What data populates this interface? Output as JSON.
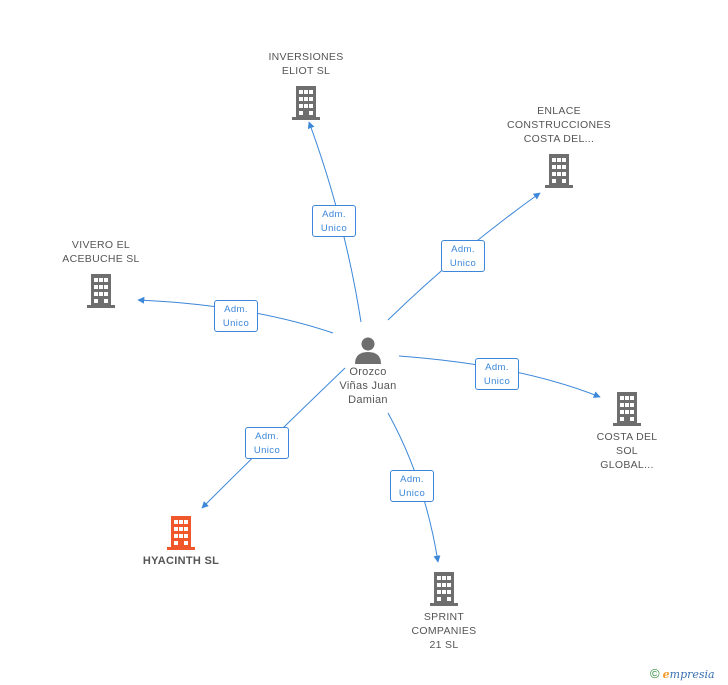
{
  "center": {
    "name": "Orozco\nViñas Juan\nDamian",
    "icon": "person-icon"
  },
  "relations": [
    {
      "label": "Adm.\nUnico",
      "target": "INVERSIONES\nELIOT SL"
    },
    {
      "label": "Adm.\nUnico",
      "target": "ENLACE\nCONSTRUCCIONES\nCOSTA DEL..."
    },
    {
      "label": "Adm.\nUnico",
      "target": "VIVERO EL\nACEBUCHE SL"
    },
    {
      "label": "Adm.\nUnico",
      "target": "COSTA DEL\nSOL\nGLOBAL..."
    },
    {
      "label": "Adm.\nUnico",
      "target": "HYACINTH SL"
    },
    {
      "label": "Adm.\nUnico",
      "target": "SPRINT\nCOMPANIES\n21 SL"
    }
  ],
  "colors": {
    "edge": "#3c87d9",
    "building": "#6e6e6e",
    "highlight": "#f0572a",
    "person": "#6e6e6e"
  },
  "watermark": {
    "copyright": "©",
    "brand_initial": "e",
    "brand_rest": "mpresia"
  }
}
